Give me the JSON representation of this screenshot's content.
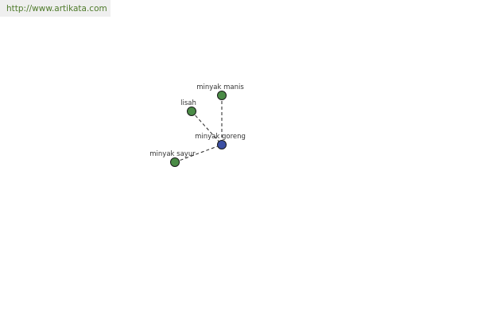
{
  "header": {
    "url": "http://www.artikata.com"
  },
  "graph": {
    "edge_color": "#222222",
    "center_node": {
      "label": "minyak goreng",
      "color": "#3b4fa3"
    },
    "related_nodes": [
      {
        "label": "minyak manis",
        "color": "#4a8b46"
      },
      {
        "label": "lisah",
        "color": "#4a8b46"
      },
      {
        "label": "minyak sayur",
        "color": "#4a8b46"
      }
    ]
  }
}
